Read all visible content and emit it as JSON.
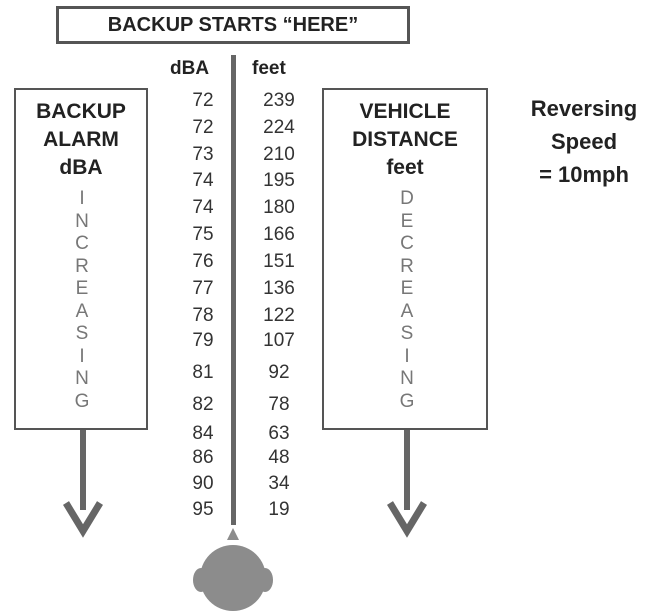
{
  "title": "BACKUP STARTS “HERE”",
  "columns": {
    "dba_header": "dBA",
    "feet_header": "feet"
  },
  "table": {
    "dba": [
      "72",
      "72",
      "73",
      "74",
      "74",
      "75",
      "76",
      "77",
      "78",
      "79",
      "81",
      "82",
      "84",
      "86",
      "90",
      "95"
    ],
    "feet": [
      "239",
      "224",
      "210",
      "195",
      "180",
      "166",
      "151",
      "136",
      "122",
      "107",
      "92",
      "78",
      "63",
      "48",
      "34",
      "19"
    ]
  },
  "left_box": {
    "line1": "BACKUP",
    "line2": "ALARM",
    "line3": "dBA",
    "vertical_word": "INCREASING"
  },
  "right_box": {
    "line1": "VEHICLE",
    "line2": "DISTANCE",
    "line3": "feet",
    "vertical_word": "DECREASING"
  },
  "speed_note": {
    "line1": "Reversing",
    "line2": "Speed",
    "line3": "= 10mph"
  },
  "colors": {
    "border": "#555555",
    "arrow": "#666666",
    "head": "#8c8c8c",
    "letters": "#777777"
  },
  "icons": {
    "arrow": "down-arrow-icon",
    "head": "head-top-view-icon"
  }
}
